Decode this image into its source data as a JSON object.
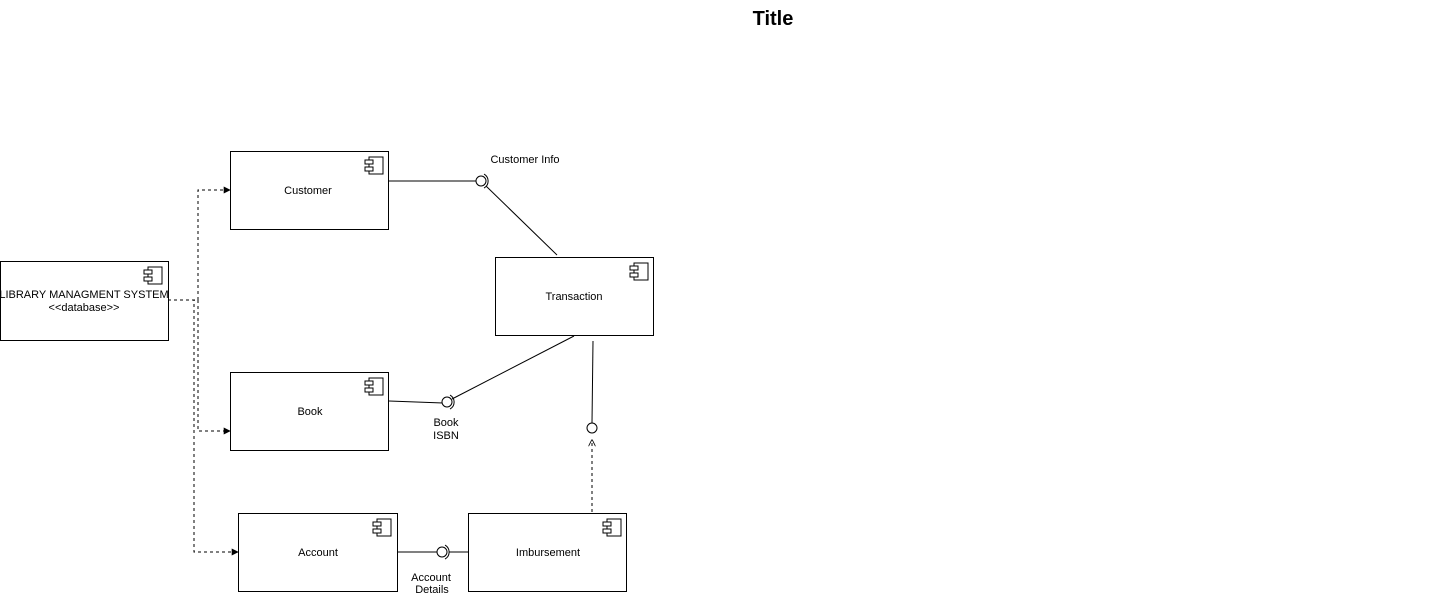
{
  "diagram": {
    "title": "Title",
    "components": {
      "library_system": {
        "name": "LIBRARY MANAGMENT SYSTEM",
        "stereotype": "<<database>>"
      },
      "customer": {
        "name": "Customer"
      },
      "transaction": {
        "name": "Transaction"
      },
      "book": {
        "name": "Book"
      },
      "account": {
        "name": "Account"
      },
      "imbursement": {
        "name": "Imbursement"
      }
    },
    "interfaces": {
      "customer_info": {
        "label": "Customer Info"
      },
      "book_isbn": {
        "line1": "Book",
        "line2": "ISBN"
      },
      "account_details": {
        "line1": "Account",
        "line2": "Details"
      }
    }
  }
}
